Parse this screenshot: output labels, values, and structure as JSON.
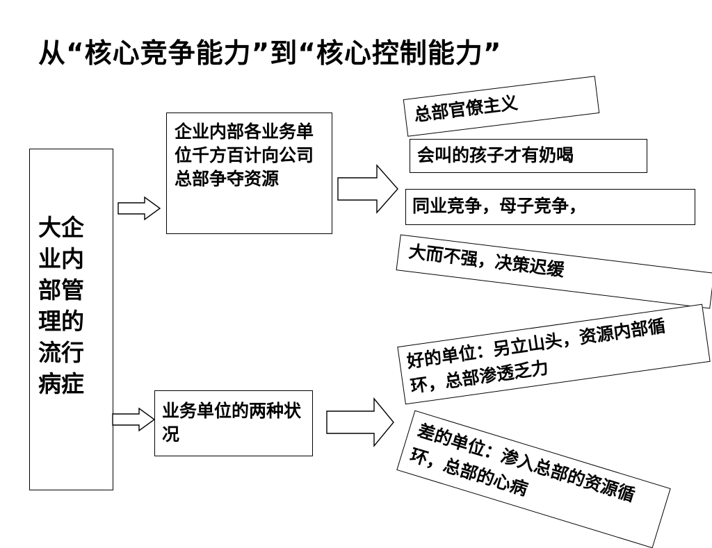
{
  "slide": {
    "title": "从“核心竞争能力”到“核心控制能力”"
  },
  "diagram": {
    "root": {
      "label": "大企业内部管理的流行病症"
    },
    "branches": [
      {
        "label": "企业内部各业务单位千方百计向公司总部争夺资源",
        "outcomes": [
          "总部官僚主义",
          "会叫的孩子才有奶喝",
          "同业竞争，母子竞争，",
          "大而不强，决策迟缓"
        ]
      },
      {
        "label": "业务单位的两种状况",
        "outcomes": [
          "好的单位：另立山头，资源内部循环，总部渗透乏力",
          "差的单位：渗入总部的资源循环，总部的心病"
        ]
      }
    ]
  }
}
